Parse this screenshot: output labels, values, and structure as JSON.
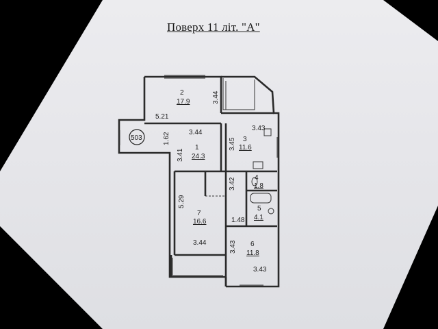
{
  "title": "Поверх 11 літ. \"А\"",
  "rooms": [
    {
      "id": "1",
      "number": "1",
      "area": "24.3"
    },
    {
      "id": "2",
      "number": "2",
      "area": "17.9"
    },
    {
      "id": "3",
      "number": "3",
      "area": "11.6"
    },
    {
      "id": "4",
      "number": "4",
      "area": "1.8"
    },
    {
      "id": "5",
      "number": "5",
      "area": "4.1"
    },
    {
      "id": "6",
      "number": "6",
      "area": "11.8"
    },
    {
      "id": "7",
      "number": "7",
      "area": "16.6"
    }
  ],
  "dimensions": {
    "d521": "5.21",
    "d344_room2_v": "3.44",
    "d344_room1_h": "3.44",
    "d162": "1.62",
    "d341": "3.41",
    "d343_room3": "3.43",
    "d345": "3.45",
    "d342": "3.42",
    "d529": "5.29",
    "d148": "1.48",
    "d344_room7": "3.44",
    "d343_room6_v": "3.43",
    "d343_room6_h": "3.43"
  },
  "apartment_number": "503"
}
